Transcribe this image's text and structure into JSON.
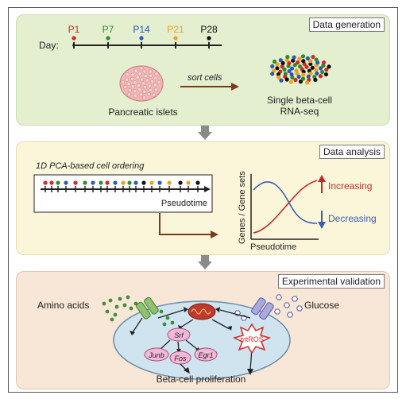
{
  "panels": {
    "generation": {
      "title": "Data generation",
      "day_label": "Day:",
      "days": [
        {
          "label": "P1",
          "color": "#d62728"
        },
        {
          "label": "P7",
          "color": "#2c8c2c"
        },
        {
          "label": "P14",
          "color": "#2f57b5"
        },
        {
          "label": "P21",
          "color": "#f0a020"
        },
        {
          "label": "P28",
          "color": "#111111"
        }
      ],
      "islets_label": "Pancreatic islets",
      "sort_label": "sort cells",
      "rnaseq_label_line1": "Single beta-cell",
      "rnaseq_label_line2": "RNA-seq"
    },
    "analysis": {
      "title": "Data analysis",
      "ordering_label": "1D PCA-based cell ordering",
      "pseudotime_label": "Pseudotime",
      "y_axis_label": "Genes / Gene sets",
      "x_axis_label": "Pseudotime",
      "increasing_label": "Increasing",
      "decreasing_label": "Decreasing",
      "increasing_color": "#c62828",
      "decreasing_color": "#3a5fb0"
    },
    "validation": {
      "title": "Experimental validation",
      "amino_acids_label": "Amino acids",
      "glucose_label": "Glucose",
      "srf": "Srf",
      "junb": "Junb",
      "fos": "Fos",
      "egr1": "Egr1",
      "mtros": "mtROS",
      "proliferation_label": "Beta-cell proliferation"
    }
  }
}
